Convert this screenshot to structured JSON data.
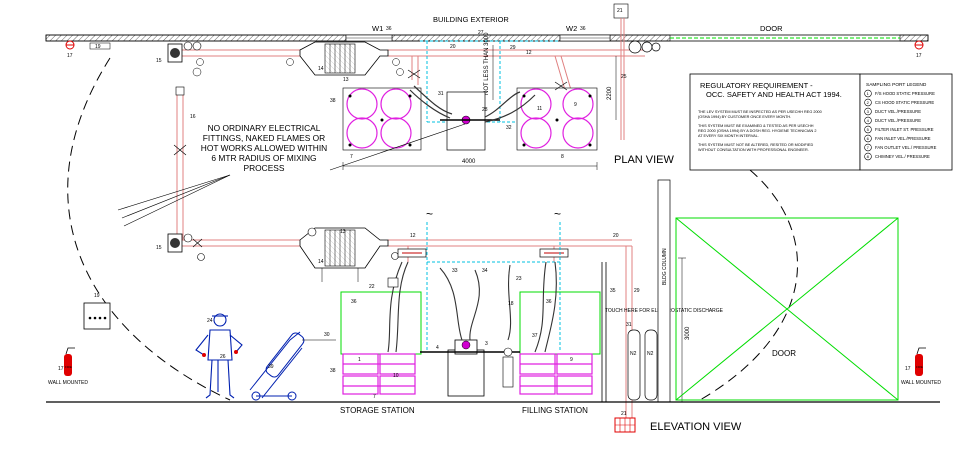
{
  "labels": {
    "building_exterior": "BUILDING EXTERIOR",
    "w1": "W1",
    "w1_no": "36",
    "w2": "W2",
    "w2_no": "36",
    "door_top": "DOOR",
    "plan_view": "PLAN VIEW",
    "elevation_view": "ELEVATION VIEW",
    "storage_station": "STORAGE STATION",
    "filling_station": "FILLING STATION",
    "door_elev": "DOOR",
    "wall_mounted_left": "WALL MOUNTED",
    "wall_mounted_right": "WALL MOUNTED",
    "not_less_than": "NOT LESS THAN 3000",
    "dim_4000": "4000",
    "dim_2200": "2200",
    "dim_3000": "3000",
    "bldg_column": "BLDG COLUMN",
    "touch_here": "TOUCH HERE FOR ELECTROSTATIC DISCHARGE",
    "n2_a": "N2",
    "n2_b": "N2",
    "tilde_left": "~",
    "tilde_right": "~"
  },
  "warning_note": [
    "NO ORDINARY ELECTRICAL",
    "FITTINGS, NAKED FLAMES OR",
    "HOT WORKS ALLOWED WITHIN",
    "6 MTR RADIUS OF MIXING",
    "PROCESS"
  ],
  "regulatory": {
    "title_1": "REGULATORY REQUIREMENT -",
    "title_2": "OCC. SAFETY AND HEALTH ACT 1994.",
    "para_1": [
      "THE LEV SYSTEM MUST BE INSPECTED AS PER USECHH REG 2000",
      "(OSHA 1994) BY CUSTOMER ONCE EVERY MONTH."
    ],
    "para_2": [
      "THIS SYSTEM MUST BE EXAMINED & TESTED AS PER USECHH",
      "REG 2000 (OSHA 1994) BY A DOSH REG. HYGIENE TECHNICIAN 2",
      "AT EVERY SIX MONTH INTERVAL."
    ],
    "para_3": [
      "THIS SYSTEM MUST NOT BE ALTERED, RESITED OR MODIFIED",
      "WITHOUT CONSULTATION WITH PROFESSIONAL ENGINEER."
    ]
  },
  "legend": {
    "title": "SAMPLING PORT LEGEND",
    "items": [
      {
        "n": "1",
        "label": "F/S HOOD STATIC PRESSURE"
      },
      {
        "n": "2",
        "label": "CS HOOD STATIC PRESSURE"
      },
      {
        "n": "3",
        "label": "DUCT VEL./PRESSURE"
      },
      {
        "n": "4",
        "label": "DUCT VEL./PRESSURE"
      },
      {
        "n": "5",
        "label": "FILTER INLET ST. PRESSURE"
      },
      {
        "n": "6",
        "label": "FAN INLET VEL./PRESSURE"
      },
      {
        "n": "7",
        "label": "FAN OUTLET VEL./ PRESSURE"
      },
      {
        "n": "8",
        "label": "CHIMNEY VEL./ PRESSURE"
      }
    ]
  },
  "part_numbers": {
    "p19_top": "19",
    "p17_top_l": "17",
    "p17_top_r": "17",
    "p20_top": "20",
    "p27": "27",
    "p29": "29",
    "p12_top": "12",
    "p21_top": "21",
    "p25": "25",
    "p15_top": "15",
    "p14_top": "14",
    "p13_top": "13",
    "p16": "16",
    "p11": "11",
    "p38_top": "38",
    "p28": "28",
    "p32": "32",
    "p31": "31",
    "p9_top": "9",
    "p7_top": "7",
    "p8": "8",
    "p15_bot": "15",
    "p14_bot": "14",
    "p13_bot": "13",
    "p12_bot": "12",
    "p20_bot": "20",
    "p22": "22",
    "p33": "33",
    "p34": "34",
    "p23": "23",
    "p18": "18",
    "p36_l": "36",
    "p36_r": "36",
    "p35": "35",
    "p29_bot": "29",
    "p24": "24",
    "p26": "26",
    "p30": "30",
    "p39": "39",
    "p1": "1",
    "p9_bot": "9",
    "p10": "10",
    "p37": "37",
    "p38_bot": "38",
    "p7_bot": "7",
    "p4": "4",
    "p3": "3",
    "p21_bot": "21",
    "p19_bot": "19",
    "p17_bl": "17",
    "p17_br": "17",
    "fe_text_l": "FIRE",
    "fe_text_r": "FIRE"
  },
  "colors": {
    "duct": "#e08080",
    "drum": "#e020e0",
    "cyan": "#00c0e0",
    "green": "#00dd00",
    "red": "#e00000",
    "figure": "#0020b0"
  }
}
